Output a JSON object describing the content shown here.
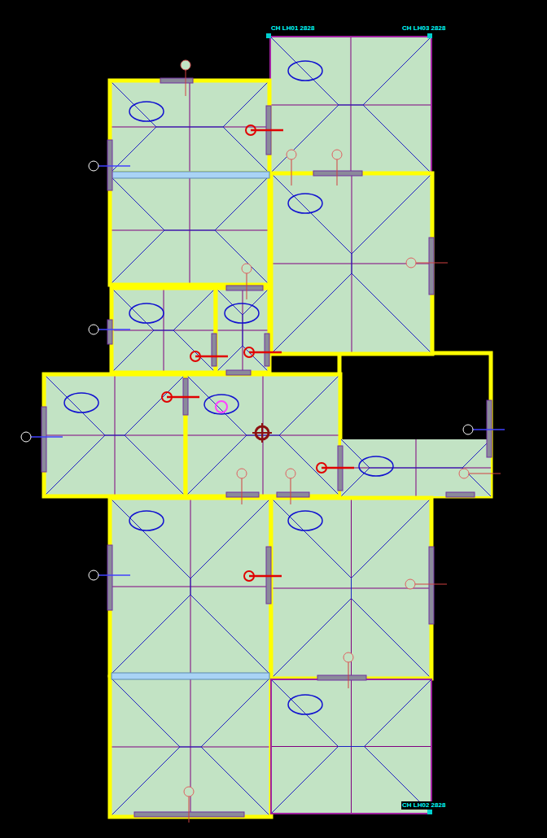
{
  "diagram": {
    "labels": [
      "CH LH01 2828",
      "CH LH03 2828",
      "CH LH02 2828"
    ]
  }
}
